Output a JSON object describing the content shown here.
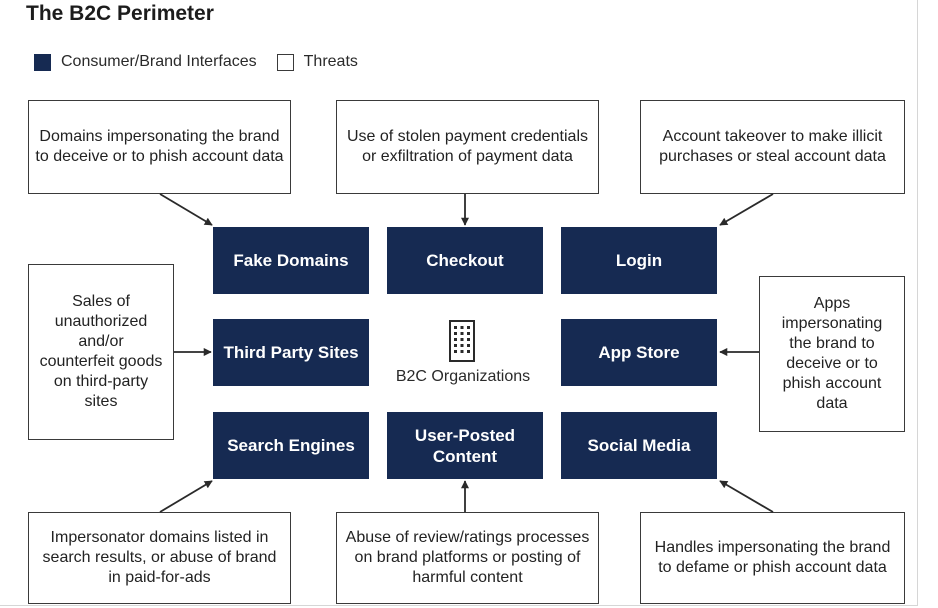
{
  "title": "The B2C Perimeter",
  "legend": {
    "interfaces": "Consumer/Brand Interfaces",
    "threats": "Threats"
  },
  "colors": {
    "interface_fill": "#162a52",
    "threat_border": "#3a3a3a",
    "arrow": "#2a2a2a"
  },
  "center": {
    "label": "B2C Organizations",
    "icon": "office-building-icon"
  },
  "interfaces": {
    "fake_domains": "Fake Domains",
    "checkout": "Checkout",
    "login": "Login",
    "third_party_sites": "Third Party Sites",
    "app_store": "App Store",
    "search_engines": "Search Engines",
    "user_posted_content": "User-Posted Content",
    "social_media": "Social Media"
  },
  "threats": {
    "domains_impersonating": "Domains impersonating the brand to deceive or to phish account data",
    "stolen_payment": "Use of stolen payment credentials or exfiltration of payment data",
    "account_takeover": "Account takeover to make illicit purchases or steal account data",
    "unauthorized_sales": "Sales of unauthorized and/or counterfeit goods on third-party sites",
    "apps_impersonating": "Apps impersonating the brand to deceive or to phish account data",
    "impersonator_domains_listed": "Impersonator domains listed in search results, or abuse of brand in paid-for-ads",
    "review_abuse": "Abuse of review/ratings processes on brand platforms or posting of harmful content",
    "handles_impersonating": "Handles impersonating the brand to defame or phish account data"
  }
}
